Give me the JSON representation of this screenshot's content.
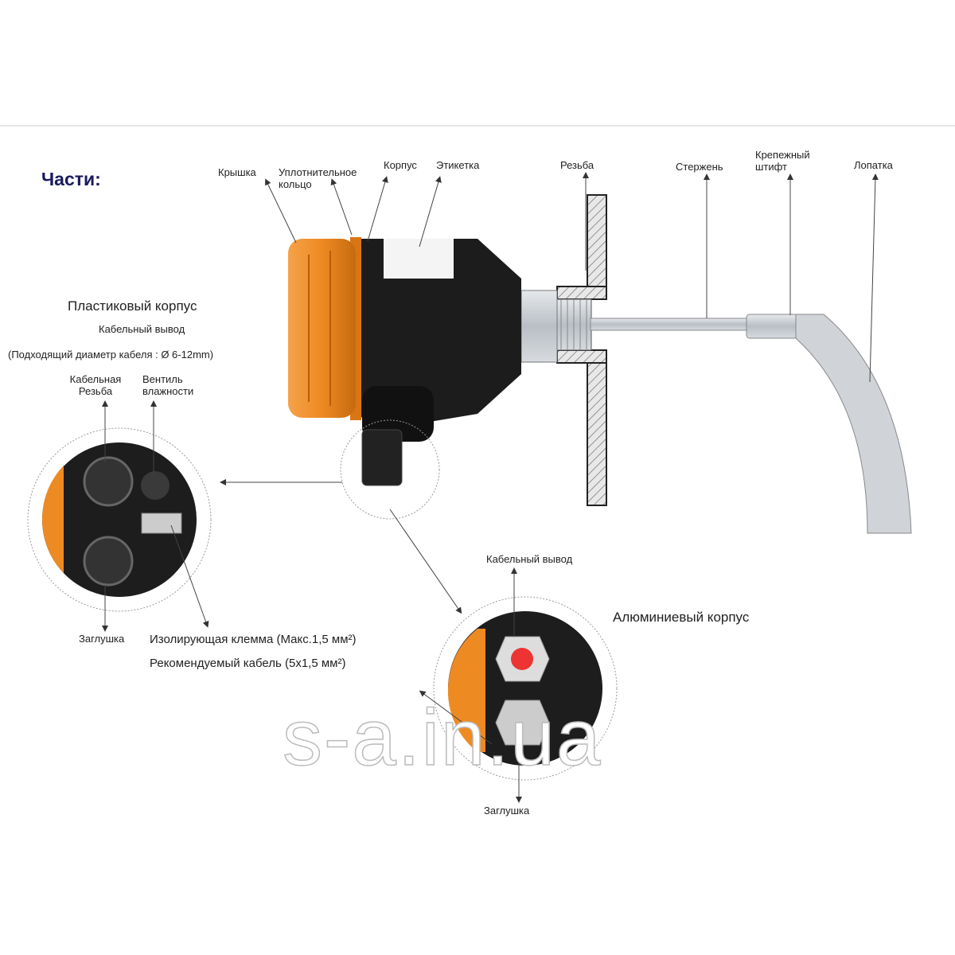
{
  "title": "Части:",
  "parts": {
    "cover": "Крышка",
    "seal_ring": "Уплотнительное кольцо",
    "housing": "Корпус",
    "label": "Этикетка",
    "thread": "Резьба",
    "shaft": "Стержень",
    "fixing_pin": "Крепежный штифт",
    "paddle": "Лопатка"
  },
  "plastic_housing": {
    "title": "Пластиковый корпус",
    "cable_entry": "Кабельный вывод",
    "cable_diameter": "(Подходящий диаметр кабеля : Ø 6-12mm)",
    "cable_thread": "Кабельная Резьба",
    "humidity_valve": "Вентиль влажности",
    "plug": "Заглушка",
    "terminal": "Изолирующая клемма (Макс.1,5 мм²)",
    "cable": "Рекомендуемый кабель (5x1,5 мм²)"
  },
  "aluminium_housing": {
    "title": "Алюминиевый корпус",
    "cable_entry": "Кабельный вывод",
    "plug": "Заглушка"
  },
  "watermark": "s-a.in.ua",
  "colors": {
    "orange": "#f08a24",
    "title": "#1a1a5e",
    "body": "#1c1c1c",
    "steel": "#c8cdd2"
  }
}
